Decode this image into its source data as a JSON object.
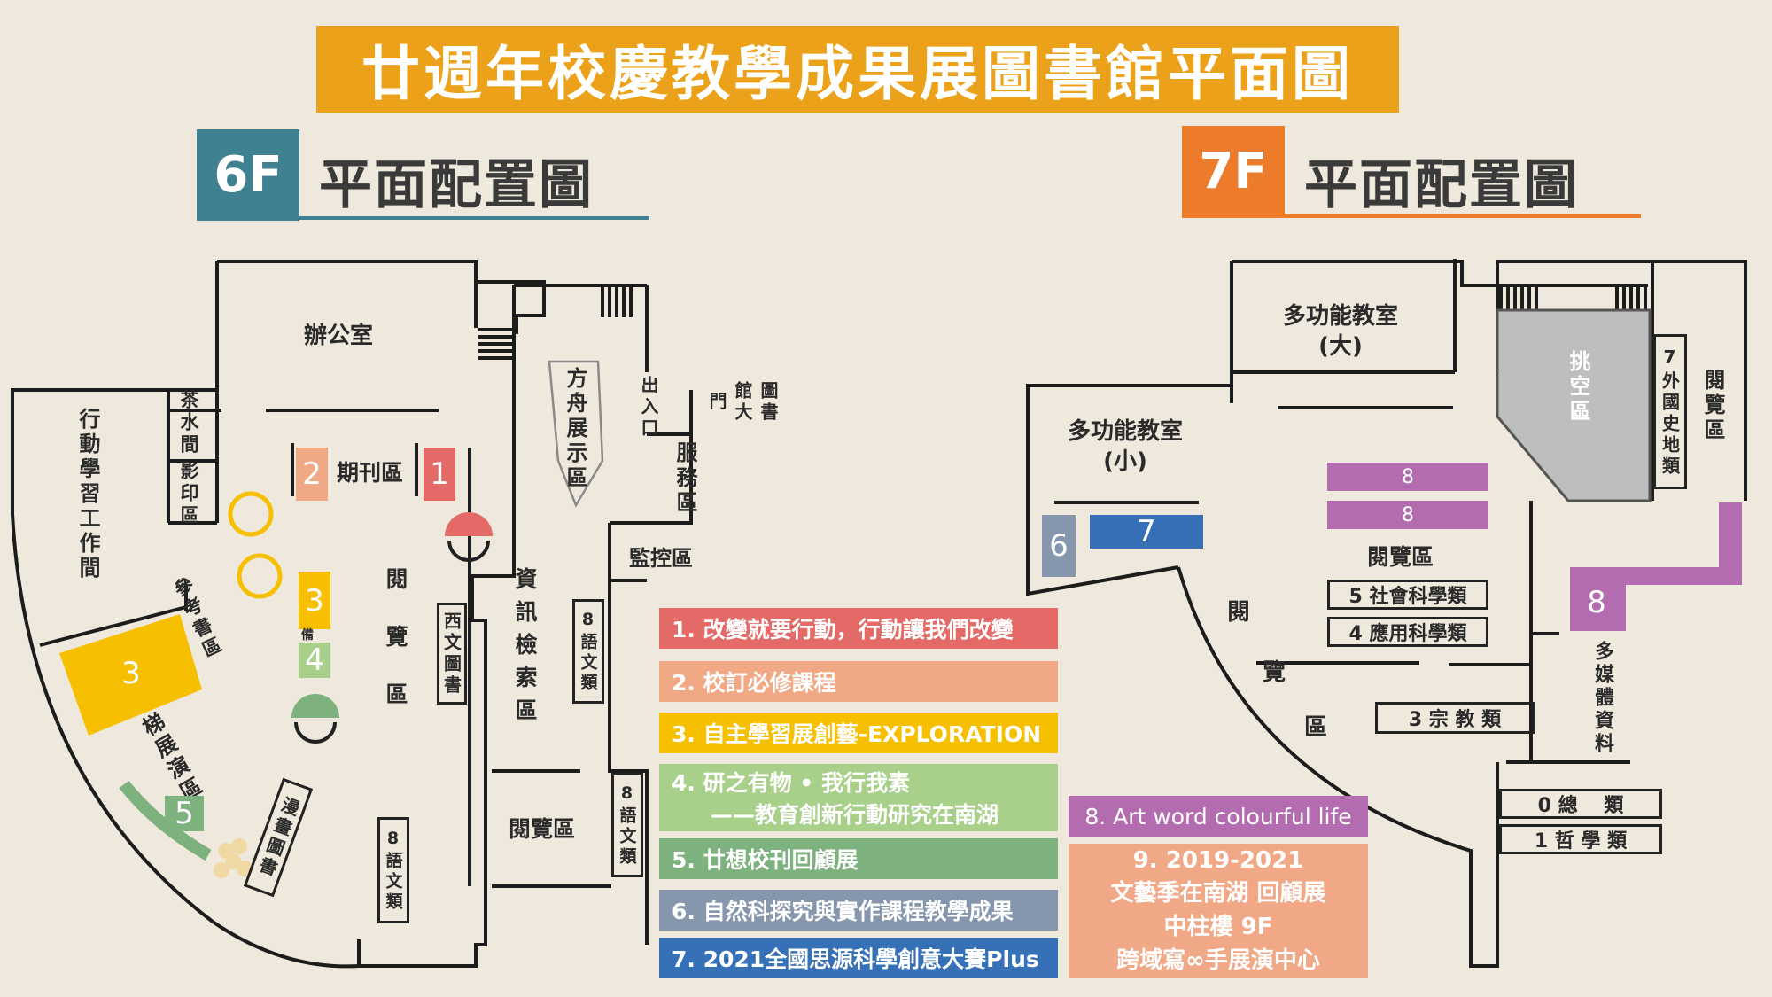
{
  "title": "廿週年校慶教學成果展圖書館平面圖",
  "floor6": {
    "tag": "6F",
    "title": "平面配置圖"
  },
  "floor7": {
    "tag": "7F",
    "title": "平面配置圖"
  },
  "colors": {
    "title": "#eba21a",
    "f6": "#3f8190",
    "f7": "#ec7c2c",
    "c1": "#e36a66",
    "c2": "#f1a985",
    "c3": "#f6bf00",
    "c4": "#a8d08a",
    "c5": "#7db17e",
    "c6": "#8596ad",
    "c7": "#3670b6",
    "c8": "#b46cb0",
    "c9": "#f0a886",
    "void": "#bebebe"
  },
  "rooms6": {
    "office": "辦公室",
    "tea": "茶水間",
    "print": "影印區",
    "activity": "行動學習工作間",
    "periodical": "期刊區",
    "ark": "方舟展示區",
    "exit": "出入口",
    "gate": "圖書館大門",
    "service": "服務區",
    "monitor": "監控區",
    "reference": "參考書區",
    "reading": "閱覽區",
    "western": "西文圖書",
    "info": "資訊檢索區",
    "lang_a": "8語文類",
    "lang_b": "8語文類",
    "lang_c": "8語文類",
    "reading2": "閱覽區",
    "stairs": "梯展演區",
    "comic": "漫畫圖書",
    "spare": "備"
  },
  "rooms7": {
    "big": "多功能教室\n(大)",
    "small": "多功能教室\n(小)",
    "void": "挑空區",
    "foreign": "7外國史地類",
    "reading_r": "閱覽區",
    "reading_c": "閱覽區",
    "reading_l1": "閱",
    "reading_l2": "覽",
    "reading_l3": "區",
    "media": "多媒體資料",
    "social": "5 社會科學類",
    "applied": "4 應用科學類",
    "religion": "3 宗 教 類",
    "general": "0 總　 類",
    "philosophy": "1 哲 學 類",
    "shelf_a": "8",
    "shelf_b": "8"
  },
  "markers": {
    "m1": "1",
    "m2": "2",
    "m3a": "3",
    "m3b": "3",
    "m4": "4",
    "m5": "5",
    "m6": "6",
    "m7": "7",
    "m8": "8"
  },
  "legend": [
    "1. 改變就要行動，行動讓我們改變",
    "2. 校訂必修課程",
    "3. 自主學習展創藝-EXPLORATION",
    "4. 研之有物 • 我行我素",
    "——教育創新行動研究在南湖",
    "5. 廿想校刊回顧展",
    "6. 自然科探究與實作課程教學成果",
    "7. 2021全國思源科學創意大賽Plus",
    "8. Art word colourful life",
    "9. 2019-2021",
    "文藝季在南湖 回顧展",
    "中柱樓 9F",
    "跨域寫∞手展演中心"
  ]
}
